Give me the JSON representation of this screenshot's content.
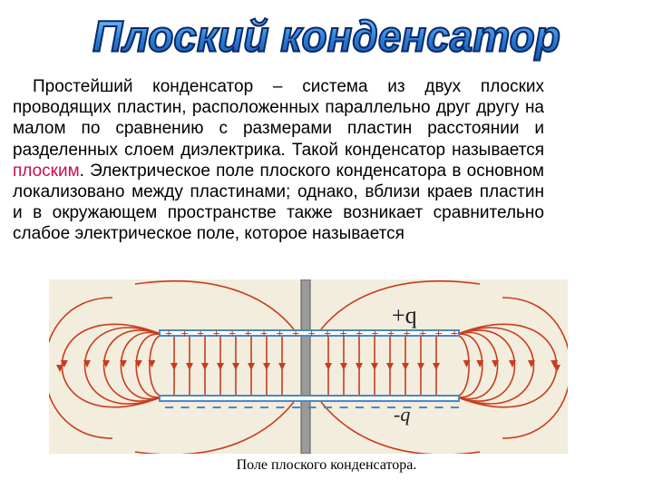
{
  "title": "Плоский конденсатор",
  "paragraph": {
    "lines": [
      "Простейший конденсатор – система из двух",
      "плоских проводящих пластин, расположенных",
      "параллельно друг другу на малом по сравнению с",
      "размерами пластин расстоянии и разделенных",
      "слоем диэлектрика. Такой конденсатор называется"
    ],
    "highlight": "плоским",
    "after_highlight": ". Электрическое поле плоского конденсатора в основном локализовано между пластинами; однако, вблизи краев пластин и в окружающем пространстве также возникает сравнительно слабое электрическое поле, которое называется"
  },
  "figure": {
    "plus_label": "+q",
    "minus_label": "-q",
    "colors": {
      "background": "#f2eddd",
      "field_lines": "#c83c1e",
      "plates": "#4a88c8",
      "title_fill": "#2e7fd6"
    }
  },
  "caption": "Поле плоского конденсатора."
}
